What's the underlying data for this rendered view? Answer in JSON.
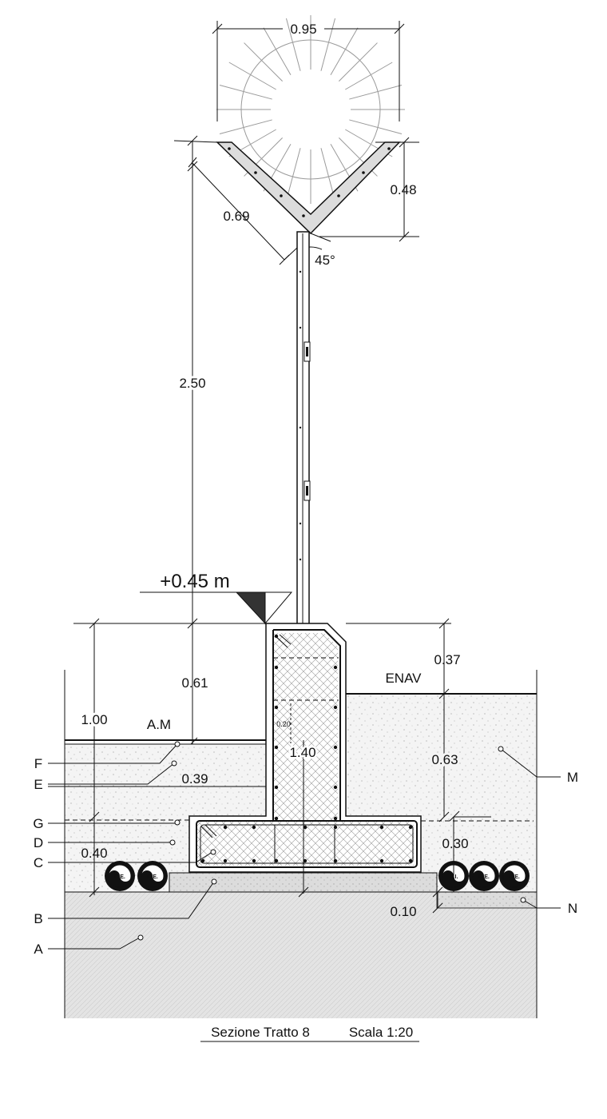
{
  "title": "Sezione Tratto 8",
  "scale": "Scala 1:20",
  "elevation": "+0.45 m",
  "dimensions": {
    "d095": "0.95",
    "d048": "0.48",
    "d069": "0.69",
    "angle": "45°",
    "d250": "2.50",
    "d061": "0.61",
    "d100": "1.00",
    "d039": "0.39",
    "d040": "0.40",
    "d020": "0.20",
    "d140": "1.40",
    "d037": "0.37",
    "d063": "0.63",
    "d030": "0.30",
    "d010": "0.10"
  },
  "zones": {
    "left": "A.M",
    "right": "ENAV"
  },
  "labels": {
    "A": "A",
    "B": "B",
    "C": "C",
    "D": "D",
    "E": "E",
    "F": "F",
    "G": "G",
    "M": "M",
    "N": "N"
  },
  "cables": {
    "ce": "C.E.",
    "ai": "A.I."
  }
}
